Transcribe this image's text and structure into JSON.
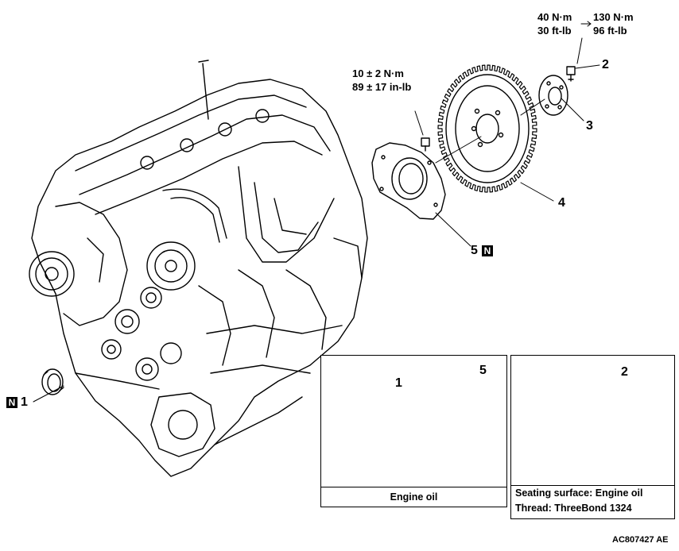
{
  "torque": {
    "bolt2_initial_nm": "40 N·m",
    "bolt2_initial_ftlb": "30 ft-lb",
    "bolt2_final_nm": "130 N·m",
    "bolt2_final_ftlb": "96 ft-lb",
    "bolt5_nm": "10 ± 2 N·m",
    "bolt5_inlb": "89 ± 17 in-lb"
  },
  "callouts": {
    "c1": "1",
    "c2": "2",
    "c3": "3",
    "c4": "4",
    "c5": "5",
    "new_badge": "N"
  },
  "inset_oil": {
    "callout_1": "1",
    "callout_5": "5",
    "caption": "Engine oil"
  },
  "inset_bolt": {
    "callout_2": "2",
    "caption_line1": "Seating surface: Engine oil",
    "caption_line2": "Thread: ThreeBond 1324"
  },
  "reference_code": "AC807427 AE"
}
